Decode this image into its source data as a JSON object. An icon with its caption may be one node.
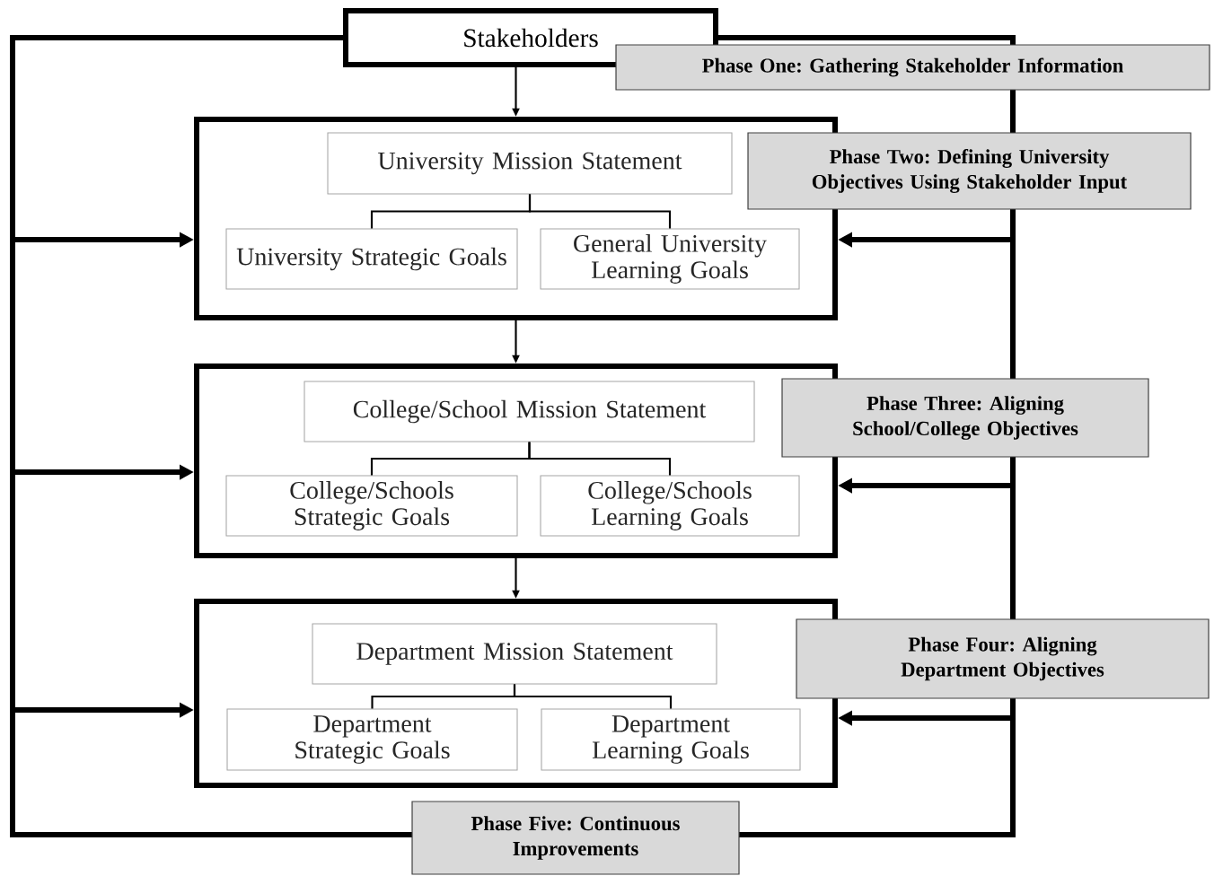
{
  "diagram": {
    "nodes": [
      {
        "text": [
          "Stakeholders"
        ]
      },
      {
        "text": [],
        "shape": "box"
      },
      {
        "text": [
          "University Mission Statement"
        ],
        "in": 1
      },
      {
        "text": [
          "University Strategic Goals"
        ],
        "in": 1
      },
      {
        "text": [
          "General University Learning Goals"
        ],
        "in": 1
      },
      {
        "text": [],
        "shape": "box"
      },
      {
        "text": [
          "College/School Mission Statement"
        ],
        "in": 5
      },
      {
        "text": [
          "College/Schools Strategic Goals"
        ],
        "in": 5
      },
      {
        "text": [
          "College/Schools Learning Goals"
        ],
        "in": 5
      },
      {
        "text": [],
        "shape": "box"
      },
      {
        "text": [
          "Department Mission Statement"
        ],
        "in": 9
      },
      {
        "text": [
          "Department Strategic Goals"
        ],
        "in": 9
      },
      {
        "text": [
          "Department Learning Goals"
        ],
        "in": 9
      }
    ],
    "labels": [
      "Phase One: Gathering Stakeholder Information",
      "Phase Two: Defining University Objectives Using Stakeholder Input",
      "Phase Three: Aligning School/College Objectives",
      "Phase Four: Aligning Department Objectives",
      "Phase Five: Continuous Improvements"
    ],
    "edges": [
      {
        "from": 0,
        "to": 1,
        "arrow": "to"
      },
      {
        "from": 1,
        "to": 5,
        "arrow": "to"
      },
      {
        "from": 5,
        "to": 9,
        "arrow": "to"
      },
      {
        "from": 2,
        "to": 3,
        "arrow": "none"
      },
      {
        "from": 2,
        "to": 4,
        "arrow": "none"
      },
      {
        "from": 6,
        "to": 7,
        "arrow": "none"
      },
      {
        "from": 6,
        "to": 8,
        "arrow": "none"
      },
      {
        "from": 10,
        "to": 11,
        "arrow": "none"
      },
      {
        "from": 10,
        "to": 12,
        "arrow": "none"
      },
      {
        "from": 0,
        "to": 1,
        "arrow": "to",
        "style": "thick"
      },
      {
        "from": 0,
        "to": 5,
        "arrow": "to",
        "style": "thick"
      },
      {
        "from": 0,
        "to": 9,
        "arrow": "to",
        "style": "thick"
      },
      {
        "from": 0,
        "to": 1,
        "arrow": "to",
        "style": "thick"
      },
      {
        "from": 0,
        "to": 5,
        "arrow": "to",
        "style": "thick"
      },
      {
        "from": 0,
        "to": 9,
        "arrow": "to",
        "style": "thick"
      }
    ]
  }
}
